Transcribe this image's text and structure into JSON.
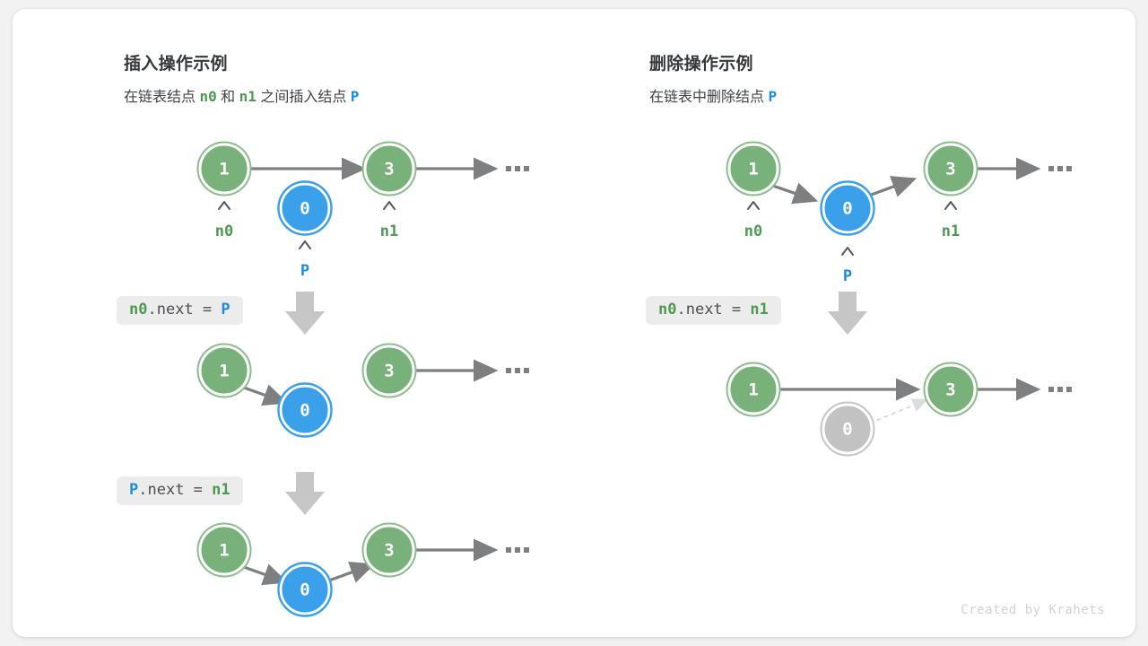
{
  "credit": "Created by Krahets",
  "colors": {
    "node_green_fill": "#79b17a",
    "node_green_ring": "#7fb584",
    "node_blue_fill": "#3ba0ea",
    "node_blue_ring": "#3ba0ea",
    "node_gray_fill": "#c2c2c2",
    "node_gray_ring": "#c2c2c2",
    "arrow": "#7d7f81",
    "arrow_faded": "#dcdcdc",
    "label_green": "#4e9a52",
    "label_blue": "#1d8ce0",
    "chip_bg": "#ececec",
    "card_bg": "#ffffff",
    "page_bg": "#f2f2f2"
  },
  "panels": [
    {
      "id": "insert",
      "title": "插入操作示例",
      "subtitle": {
        "parts": [
          {
            "text": "在链表结点 ",
            "style": "plain"
          },
          {
            "text": "n0",
            "style": "green"
          },
          {
            "text": " 和 ",
            "style": "plain"
          },
          {
            "text": "n1",
            "style": "green"
          },
          {
            "text": " 之间插入结点 ",
            "style": "plain"
          },
          {
            "text": "P",
            "style": "blue"
          }
        ]
      },
      "steps": [
        {
          "code": null,
          "nodes": [
            {
              "value": "1",
              "color": "green",
              "pointer": "n0",
              "pointer_color": "green"
            },
            {
              "value": "0",
              "color": "blue",
              "pointer": "P",
              "pointer_color": "blue"
            },
            {
              "value": "3",
              "color": "green",
              "pointer": "n1",
              "pointer_color": "green"
            }
          ],
          "ellipsis": "..."
        },
        {
          "code": {
            "parts": [
              {
                "text": "n0",
                "style": "green"
              },
              {
                "text": ".next = ",
                "style": "plain"
              },
              {
                "text": "P",
                "style": "blue"
              }
            ]
          },
          "nodes": [
            {
              "value": "1",
              "color": "green"
            },
            {
              "value": "0",
              "color": "blue"
            },
            {
              "value": "3",
              "color": "green"
            }
          ],
          "ellipsis": "..."
        },
        {
          "code": {
            "parts": [
              {
                "text": "P",
                "style": "blue"
              },
              {
                "text": ".next = ",
                "style": "plain"
              },
              {
                "text": "n1",
                "style": "green"
              }
            ]
          },
          "nodes": [
            {
              "value": "1",
              "color": "green"
            },
            {
              "value": "0",
              "color": "blue"
            },
            {
              "value": "3",
              "color": "green"
            }
          ],
          "ellipsis": "..."
        }
      ]
    },
    {
      "id": "remove",
      "title": "删除操作示例",
      "subtitle": {
        "parts": [
          {
            "text": "在链表中删除结点 ",
            "style": "plain"
          },
          {
            "text": "P",
            "style": "blue"
          }
        ]
      },
      "steps": [
        {
          "code": null,
          "nodes": [
            {
              "value": "1",
              "color": "green",
              "pointer": "n0",
              "pointer_color": "green"
            },
            {
              "value": "0",
              "color": "blue",
              "pointer": "P",
              "pointer_color": "blue"
            },
            {
              "value": "3",
              "color": "green",
              "pointer": "n1",
              "pointer_color": "green"
            }
          ],
          "ellipsis": "..."
        },
        {
          "code": {
            "parts": [
              {
                "text": "n0",
                "style": "green"
              },
              {
                "text": ".next = ",
                "style": "plain"
              },
              {
                "text": "n1",
                "style": "green"
              }
            ]
          },
          "nodes": [
            {
              "value": "1",
              "color": "green"
            },
            {
              "value": "0",
              "color": "gray"
            },
            {
              "value": "3",
              "color": "green"
            }
          ],
          "ellipsis": "..."
        }
      ]
    }
  ]
}
